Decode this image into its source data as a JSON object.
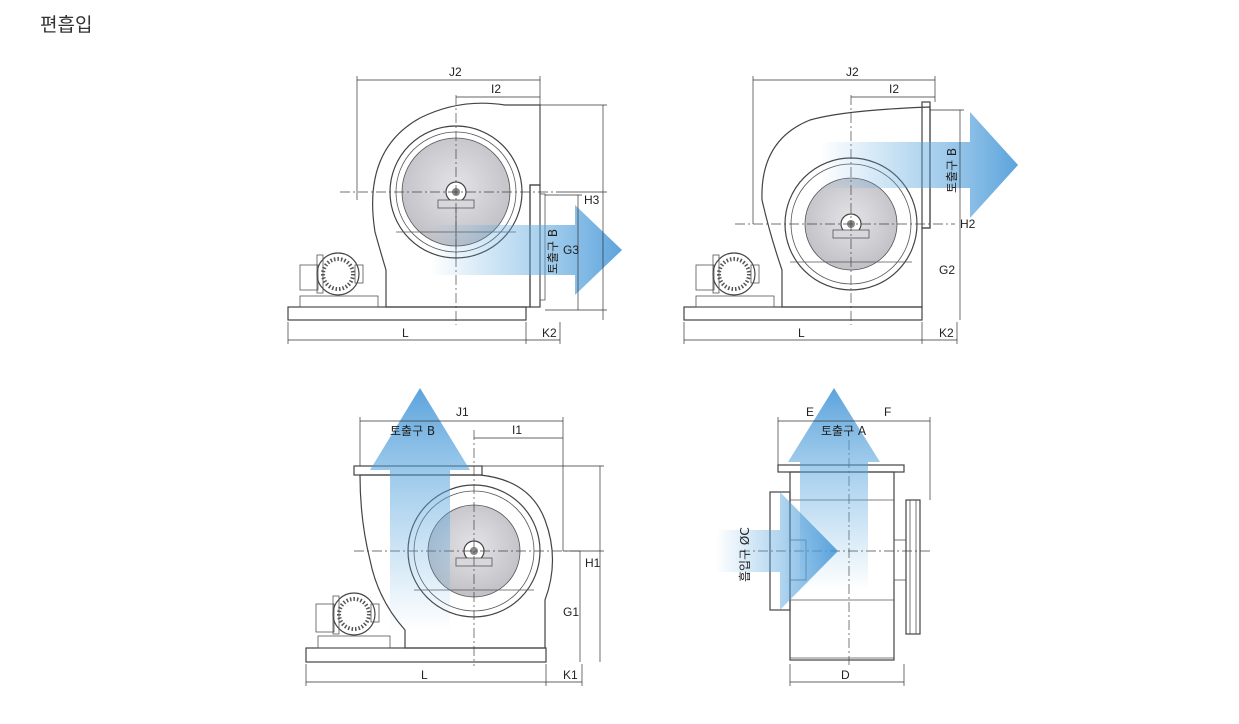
{
  "page": {
    "title": "편흡입"
  },
  "colors": {
    "arrow_blue": "#5aa6dd",
    "arrow_light": "#d7e9f7",
    "impeller_grey": "#cfcfd4",
    "line": "#444444"
  },
  "views": [
    {
      "name": "top-left",
      "labels": {
        "j": "J2",
        "i": "I2",
        "h": "H3",
        "g": "G3",
        "l": "L",
        "k": "K2",
        "outlet": "토출구 B"
      }
    },
    {
      "name": "top-right",
      "labels": {
        "j": "J2",
        "i": "I2",
        "h": "H2",
        "g": "G2",
        "l": "L",
        "k": "K2",
        "outlet": "토출구 B"
      }
    },
    {
      "name": "bottom-left",
      "labels": {
        "j": "J1",
        "i": "I1",
        "h": "H1",
        "g": "G1",
        "l": "L",
        "k": "K1",
        "outlet": "토출구 B"
      }
    },
    {
      "name": "bottom-right",
      "labels": {
        "e": "E",
        "f": "F",
        "d": "D",
        "outlet": "토출구 A",
        "inlet": "흡입구 ØC"
      }
    }
  ]
}
